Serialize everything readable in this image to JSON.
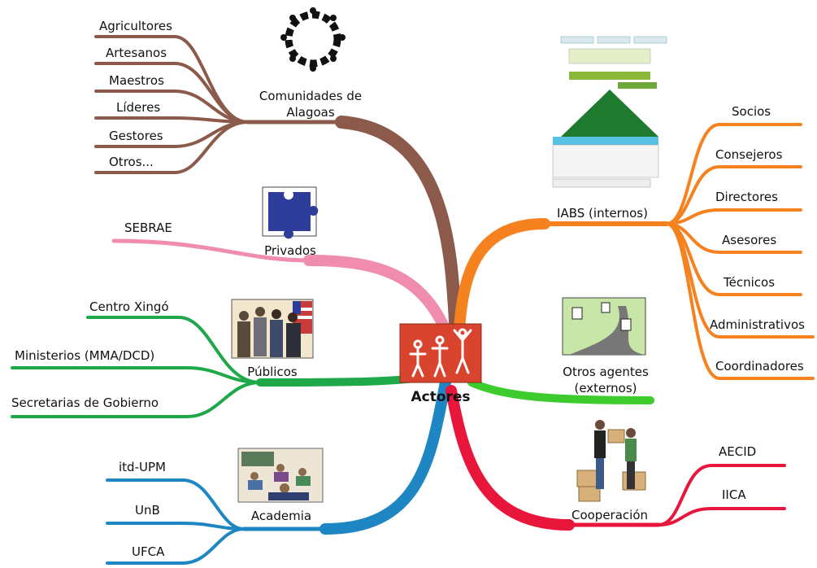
{
  "center": {
    "label": "Actores"
  },
  "branches": {
    "comunidades": {
      "label": "Comunidades de Alagoas",
      "color": "#8B5A4A",
      "items": [
        "Agricultores",
        "Artesanos",
        "Maestros",
        "Líderes",
        "Gestores",
        "Otros..."
      ],
      "icon": "people-circle-icon"
    },
    "privados": {
      "label": "Privados",
      "color": "#F08CAE",
      "items": [
        "SEBRAE"
      ],
      "icon": "puzzle-icon"
    },
    "publicos": {
      "label": "Públicos",
      "color": "#1FA84A",
      "items": [
        "Centro Xingó",
        "Ministerios (MMA/DCD)",
        "Secretarias de Gobierno"
      ],
      "icon": "officials-icon"
    },
    "academia": {
      "label": "Academia",
      "color": "#1F86C4",
      "items": [
        "itd-UPM",
        "UnB",
        "UFCA"
      ],
      "icon": "classroom-icon"
    },
    "iabs": {
      "label": "IABS (internos)",
      "color": "#F5821F",
      "items": [
        "Socios",
        "Consejeros",
        "Directores",
        "Asesores",
        "Técnicos",
        "Administrativos",
        "Coordinadores"
      ],
      "icon": "org-chart-icon"
    },
    "otros": {
      "label": "Otros agentes (externos)",
      "color": "#3DCB2E",
      "items": [],
      "icon": "road-icon"
    },
    "cooperacion": {
      "label": "Cooperación",
      "color": "#E8163A",
      "items": [
        "AECID",
        "IICA"
      ],
      "icon": "boxes-people-icon"
    }
  }
}
